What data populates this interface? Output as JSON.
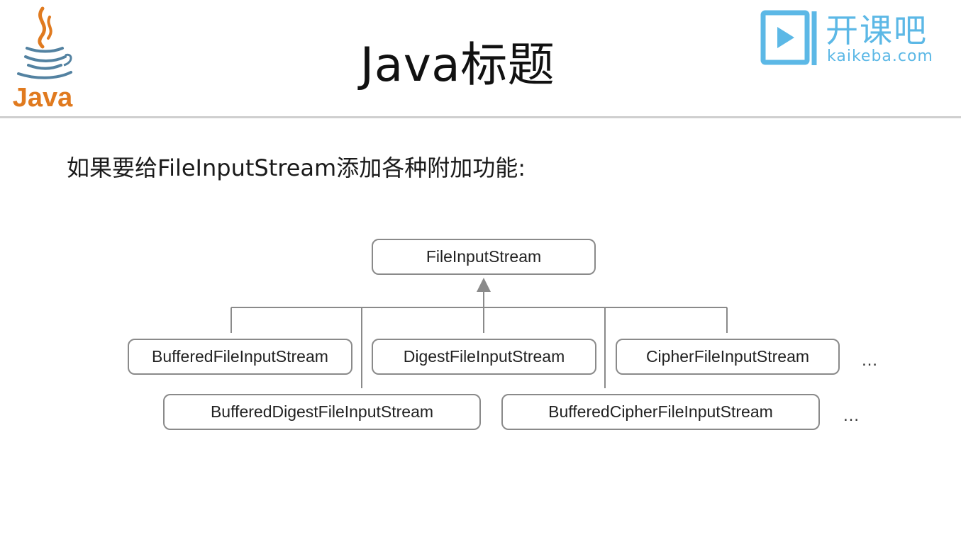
{
  "header": {
    "title": "Java标题",
    "java_logo_text": "Java",
    "brand": {
      "name": "开课吧",
      "domain": "kaikeba.com"
    }
  },
  "intro": "如果要给FileInputStream添加各种附加功能:",
  "diagram": {
    "root": "FileInputStream",
    "level1": [
      "BufferedFileInputStream",
      "DigestFileInputStream",
      "CipherFileInputStream"
    ],
    "level2": [
      "BufferedDigestFileInputStream",
      "BufferedCipherFileInputStream"
    ],
    "more_marker": "…"
  },
  "colors": {
    "java_orange": "#e07a1f",
    "java_blue": "#5382a1",
    "brand_blue": "#5cb8e6",
    "line_gray": "#8a8a8a"
  }
}
